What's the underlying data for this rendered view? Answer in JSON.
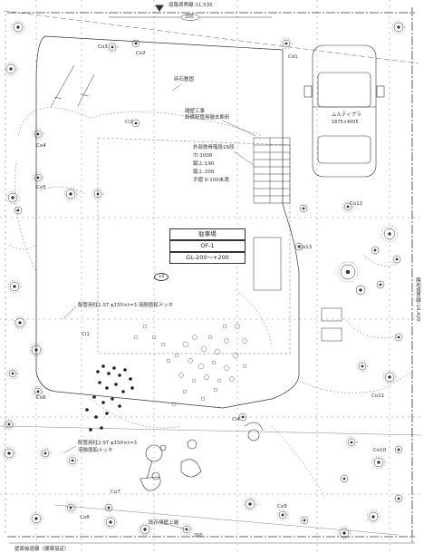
{
  "top": {
    "boundary_label": "道路境界線:11,535",
    "dim_top": "200"
  },
  "bottom": {
    "dim_bottom": "200",
    "setback_label": "壁面後退線（建築協定）",
    "existing_wall": "既存擁壁上端"
  },
  "right": {
    "boundary_label": "隣地境界線:14,420"
  },
  "trees": {
    "co1": "Co1",
    "co2": "Co2",
    "co3": "Co3",
    "co4": "Co4",
    "co5": "Co5",
    "co6": "Co6",
    "co7": "Co7",
    "co8": "Co8",
    "co9": "Co9",
    "co10": "Co10",
    "co11": "Co11",
    "co12": "Co12",
    "co13": "Co13",
    "ci1": "Ci1",
    "ci2": "Ci2",
    "ci4": "Ci4"
  },
  "annotations": {
    "gravel": "砕石敷固",
    "drain_1": "雑壁工事",
    "drain_2": "設備配管用撤去断析",
    "stairs_title": "外部鉄骨階段16段",
    "stairs_width": "巾:1000",
    "stairs_rise": "蹴上:190",
    "stairs_tread": "踏上:200",
    "stairs_rail": "手摺 0-100未満",
    "car_name": "ムルティプラ",
    "car_size": "1875×4005",
    "pole_1": "配管用柱1:ST φ150×t=3 溶融亜鉛メッキ",
    "pole_2_a": "配管用柱2:ST φ150×t=3",
    "pole_2_b": "溶融亜鉛メッキ",
    "circle_mark": "±0"
  },
  "parking": {
    "title": "駐車場",
    "level": "OF-1",
    "gl": "GL-200～+200"
  }
}
